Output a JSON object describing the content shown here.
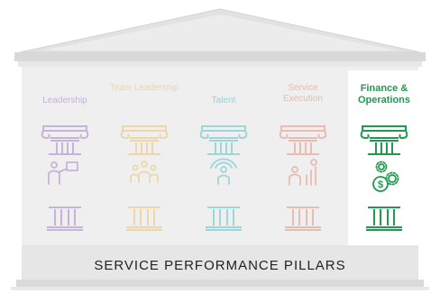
{
  "title": "SERVICE PERFORMANCE PILLARS",
  "pillars": [
    {
      "label": "Leadership",
      "color": "#8f63bd",
      "icon": "person-presenting-icon",
      "active": false
    },
    {
      "label": "Team Leadership",
      "color": "#e6b84a",
      "icon": "team-icon",
      "active": false
    },
    {
      "label": "Talent",
      "color": "#2fb3b8",
      "icon": "person-signal-icon",
      "active": false
    },
    {
      "label": "Service Execution",
      "color": "#e0775a",
      "icon": "service-chart-icon",
      "active": false
    },
    {
      "label": "Finance & Operations",
      "color": "#1f9a4e",
      "icon": "dollar-gears-icon",
      "active": true
    }
  ],
  "colors": {
    "roof": "#dedede",
    "roof_edge": "#c9c9c9",
    "body": "#eeeeee",
    "highlight_panel": "#ffffff",
    "base": "#e4e4e4"
  }
}
